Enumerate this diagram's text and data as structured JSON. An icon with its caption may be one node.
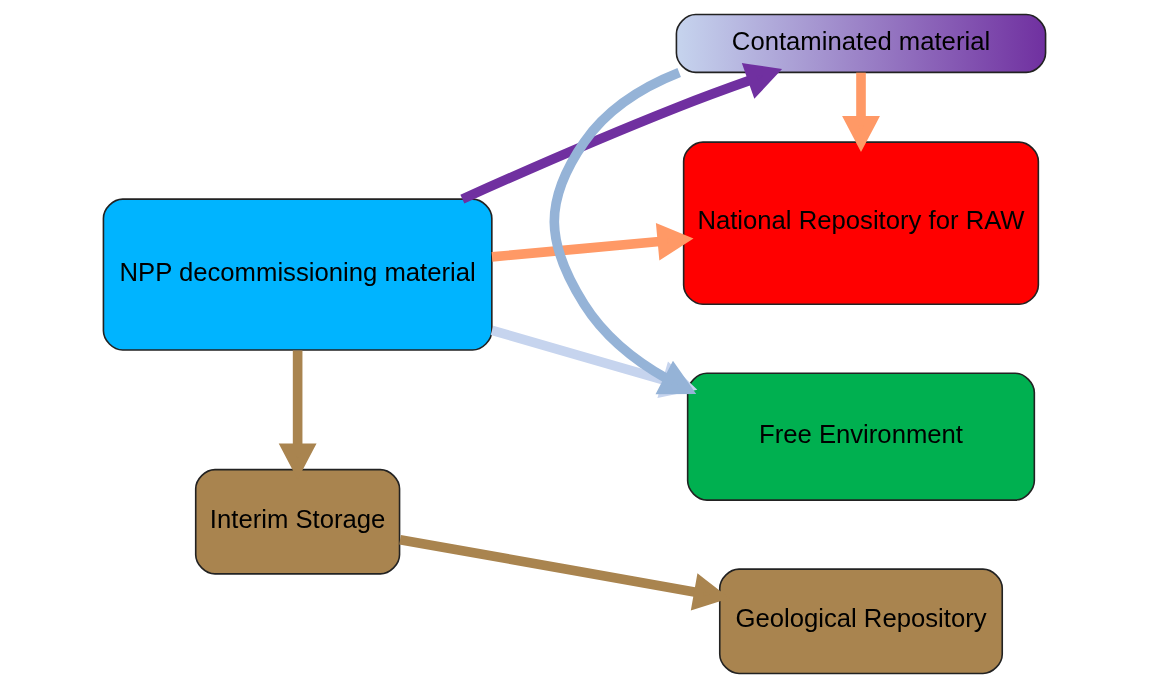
{
  "diagram": {
    "nodes": [
      {
        "text": [
          "NPP decommissioning material"
        ]
      },
      {
        "text": [
          "Free Environment"
        ]
      },
      {
        "text": [
          "Contaminated material"
        ]
      },
      {
        "text": [
          "National Repository for RAW"
        ]
      },
      {
        "text": [
          "Interim Storage"
        ]
      },
      {
        "text": [
          "Geological Repository"
        ]
      }
    ],
    "edges": [
      {
        "from": 0,
        "to": 1,
        "arrow": "to",
        "color": "#c6d4ee"
      },
      {
        "from": 0,
        "to": 2,
        "arrow": "to",
        "color": "#7030a0"
      },
      {
        "from": 0,
        "to": 3,
        "arrow": "to",
        "color": "#ff9966"
      },
      {
        "from": 2,
        "to": 1,
        "arrow": "to",
        "color": "#95b3d7"
      },
      {
        "from": 2,
        "to": 3,
        "arrow": "to",
        "color": "#ff9966"
      },
      {
        "from": 0,
        "to": 4,
        "arrow": "to",
        "color": "#a9844f"
      },
      {
        "from": 4,
        "to": 5,
        "arrow": "to",
        "color": "#a9844f"
      }
    ]
  }
}
